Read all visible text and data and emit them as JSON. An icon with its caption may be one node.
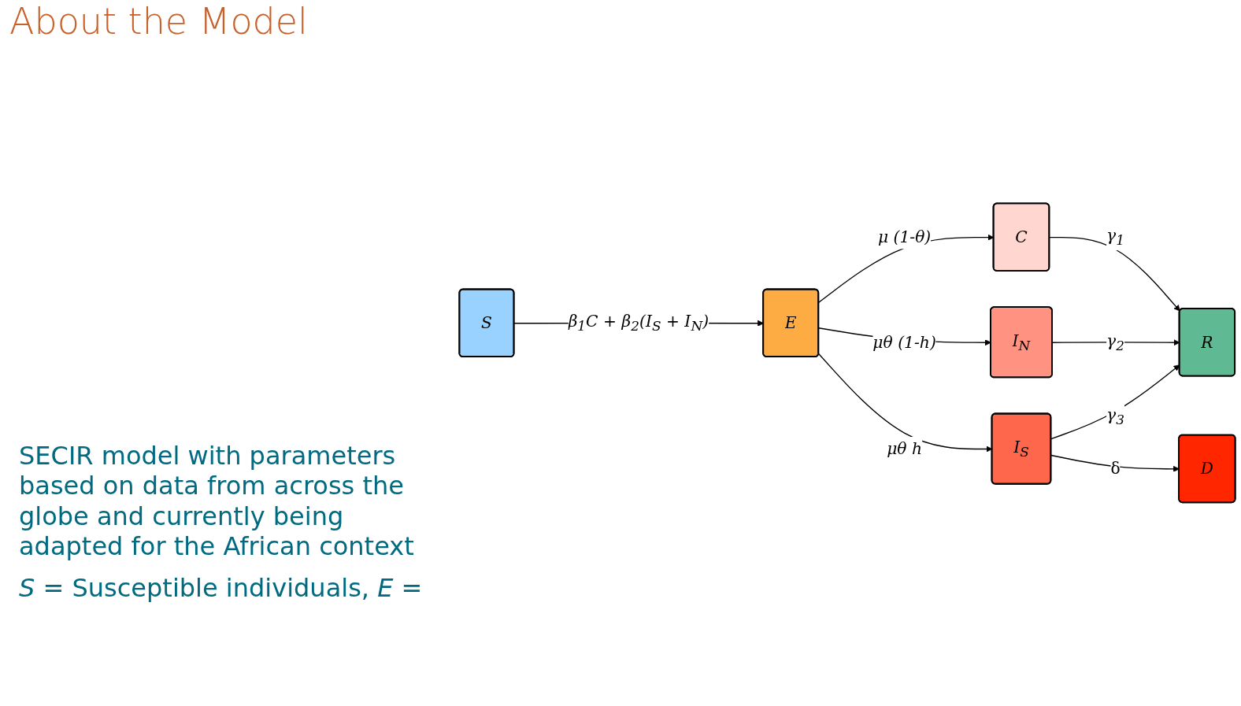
{
  "diagram": {
    "title": "About the Model",
    "nodes": [
      {
        "text": [
          "*S*"
        ]
      },
      {
        "text": [
          "*E*"
        ]
      },
      {
        "text": [
          "*C*"
        ]
      },
      {
        "text": [
          "*I$_{N}$*"
        ]
      },
      {
        "text": [
          "*I$_{S}$*"
        ]
      },
      {
        "text": [
          "*R*"
        ]
      },
      {
        "text": [
          "*D*"
        ]
      }
    ],
    "edges": [
      {
        "from": 0,
        "to": 1,
        "arrow": "to",
        "label": "*β$_{1}$C + β$_{2}$(I$_{S}$ + I$_{N}$)*"
      },
      {
        "from": 1,
        "to": 2,
        "arrow": "to",
        "label": "*μ (1-θ)*"
      },
      {
        "from": 1,
        "to": 3,
        "arrow": "to",
        "label": "*μθ (1-h)*"
      },
      {
        "from": 1,
        "to": 4,
        "arrow": "to",
        "label": "*μθ h*"
      },
      {
        "from": 2,
        "to": 5,
        "arrow": "to",
        "label": "*γ$_{1}$*"
      },
      {
        "from": 3,
        "to": 5,
        "arrow": "to",
        "label": "*γ$_{2}$*"
      },
      {
        "from": 4,
        "to": 5,
        "arrow": "to",
        "label": "*γ$_{3}$*"
      },
      {
        "from": 4,
        "to": 6,
        "arrow": "to",
        "label": "δ"
      }
    ],
    "labels": [
      "SECIR model with parameters based on data from across the globe and currently being adapted for the African context",
      "*S* = Susceptible individuals, *E* ="
    ]
  }
}
